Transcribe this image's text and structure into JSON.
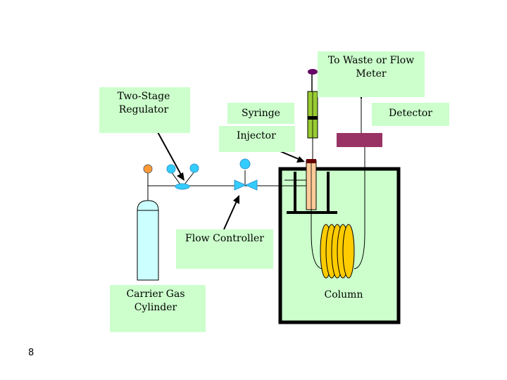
{
  "labels": {
    "waste": "To Waste or Flow Meter",
    "regulator": "Two-Stage Regulator",
    "syringe": "Syringe",
    "detector": "Detector",
    "injector": "Injector",
    "flow_controller": "Flow Controller",
    "carrier": "Carrier Gas Cylinder",
    "column": "Column"
  },
  "slide_number": "8",
  "colors": {
    "label_bg": "#ccffcc",
    "oven_fill": "#ccffcc",
    "cylinder": "#ccffff",
    "gauge": "#33ccff",
    "valve_knob": "#ff9933",
    "syringe_body": "#99cc33",
    "syringe_cap": "#660066",
    "detector": "#993366",
    "injector": "#ffcc99",
    "injector_cap": "#660000",
    "column_coil": "#ffcc00"
  }
}
